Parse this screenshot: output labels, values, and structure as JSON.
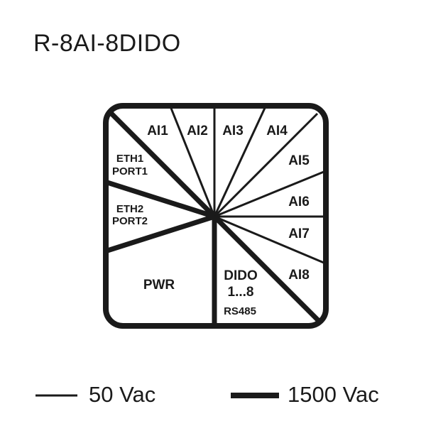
{
  "title": "R-8AI-8DIDO",
  "sections": {
    "ai1": "AI1",
    "ai2": "AI2",
    "ai3": "AI3",
    "ai4": "AI4",
    "ai5": "AI5",
    "ai6": "AI6",
    "ai7": "AI7",
    "ai8": "AI8",
    "eth1": "ETH1",
    "port1": "PORT1",
    "eth2": "ETH2",
    "port2": "PORT2",
    "pwr": "PWR",
    "dido": "DIDO",
    "dido_range": "1...8",
    "rs485": "RS485"
  },
  "legend": {
    "thin_label": "50 Vac",
    "thick_label": "1500 Vac"
  },
  "colors": {
    "ink": "#1a1a1a",
    "background": "#ffffff"
  }
}
